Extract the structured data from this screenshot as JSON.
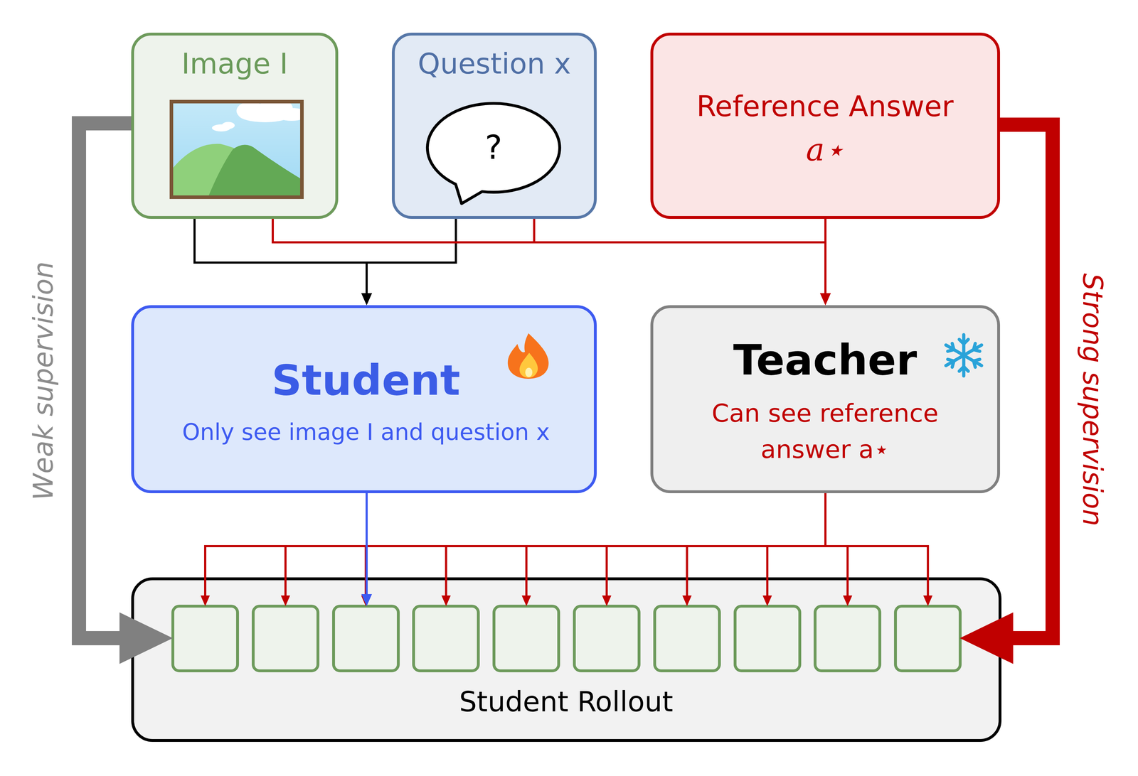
{
  "diagram": {
    "nodes": [
      {
        "text": [
          "Image I"
        ]
      },
      {
        "text": [
          "Question x"
        ]
      },
      {
        "text": [
          "?"
        ],
        "in": 1
      },
      {
        "text": [
          "Reference Answer",
          "a⋆"
        ]
      },
      {
        "text": [
          "Student",
          "Only see image I and question x"
        ]
      },
      {
        "text": [
          "Teacher",
          "Can see reference answer a⋆"
        ]
      },
      {
        "text": [
          "Student Rollout"
        ]
      }
    ],
    "edges": [
      {
        "from": 0,
        "to": 4,
        "arrow": "to"
      },
      {
        "from": 1,
        "to": 4,
        "arrow": "to"
      },
      {
        "from": 0,
        "to": 5,
        "arrow": "to"
      },
      {
        "from": 1,
        "to": 5,
        "arrow": "to"
      },
      {
        "from": 3,
        "to": 5,
        "arrow": "to"
      },
      {
        "from": 4,
        "to": 6,
        "arrow": "to"
      },
      {
        "from": 5,
        "to": 6,
        "arrow": "to"
      },
      {
        "from": 0,
        "to": 6,
        "label": "Weak supervision",
        "arrow": "to"
      },
      {
        "from": 3,
        "to": 6,
        "label": "Strong supervision",
        "arrow": "to"
      }
    ]
  }
}
